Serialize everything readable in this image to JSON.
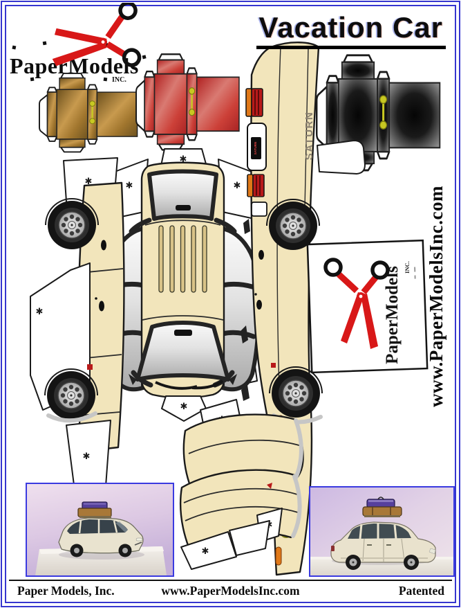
{
  "page": {
    "title": "Vacation Car",
    "side_url": "www.PaperModelsInc.com",
    "footer": {
      "company": "Paper Models, Inc.",
      "url": "www.PaperModelsInc.com",
      "patented": "Patented"
    }
  },
  "logo": {
    "name": "PaperModels",
    "inc": "INC."
  },
  "car": {
    "brand": "SATURN"
  },
  "marks": {
    "fold": "✱"
  },
  "colors": {
    "frame-blue": "#3535cf",
    "photo-border-blue": "#3a3ae0",
    "body-cream": "#f2e5bb",
    "rail-tan": "#d9c388",
    "taillight-red": "#b81a1a",
    "indicator-orange": "#e07818",
    "headlight-yellow": "#e6e65a",
    "handle-yellow": "#c8c822",
    "case-brown": "#b5873c",
    "case-red": "#cc4038",
    "case-black": "#141414",
    "scissors-red": "#d81818"
  }
}
